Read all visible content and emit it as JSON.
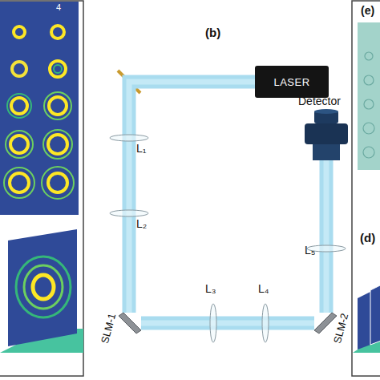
{
  "diagram": {
    "nodes": [
      {
        "text": [
          "LASER"
        ]
      },
      {
        "text": [
          "SLM-1"
        ]
      },
      {
        "text": [
          "SLM-2"
        ]
      },
      {
        "text": [
          "Detector"
        ]
      }
    ],
    "edges": [
      {
        "from": 0,
        "to": 1,
        "arrow": "none"
      },
      {
        "from": 1,
        "to": 2,
        "arrow": "none"
      },
      {
        "from": 2,
        "to": 3,
        "arrow": "none"
      }
    ],
    "labels": [
      "(b)",
      "(e)",
      "(d)",
      "4",
      "L₁",
      "L₂",
      "L₃",
      "L₄",
      "L₅"
    ]
  }
}
